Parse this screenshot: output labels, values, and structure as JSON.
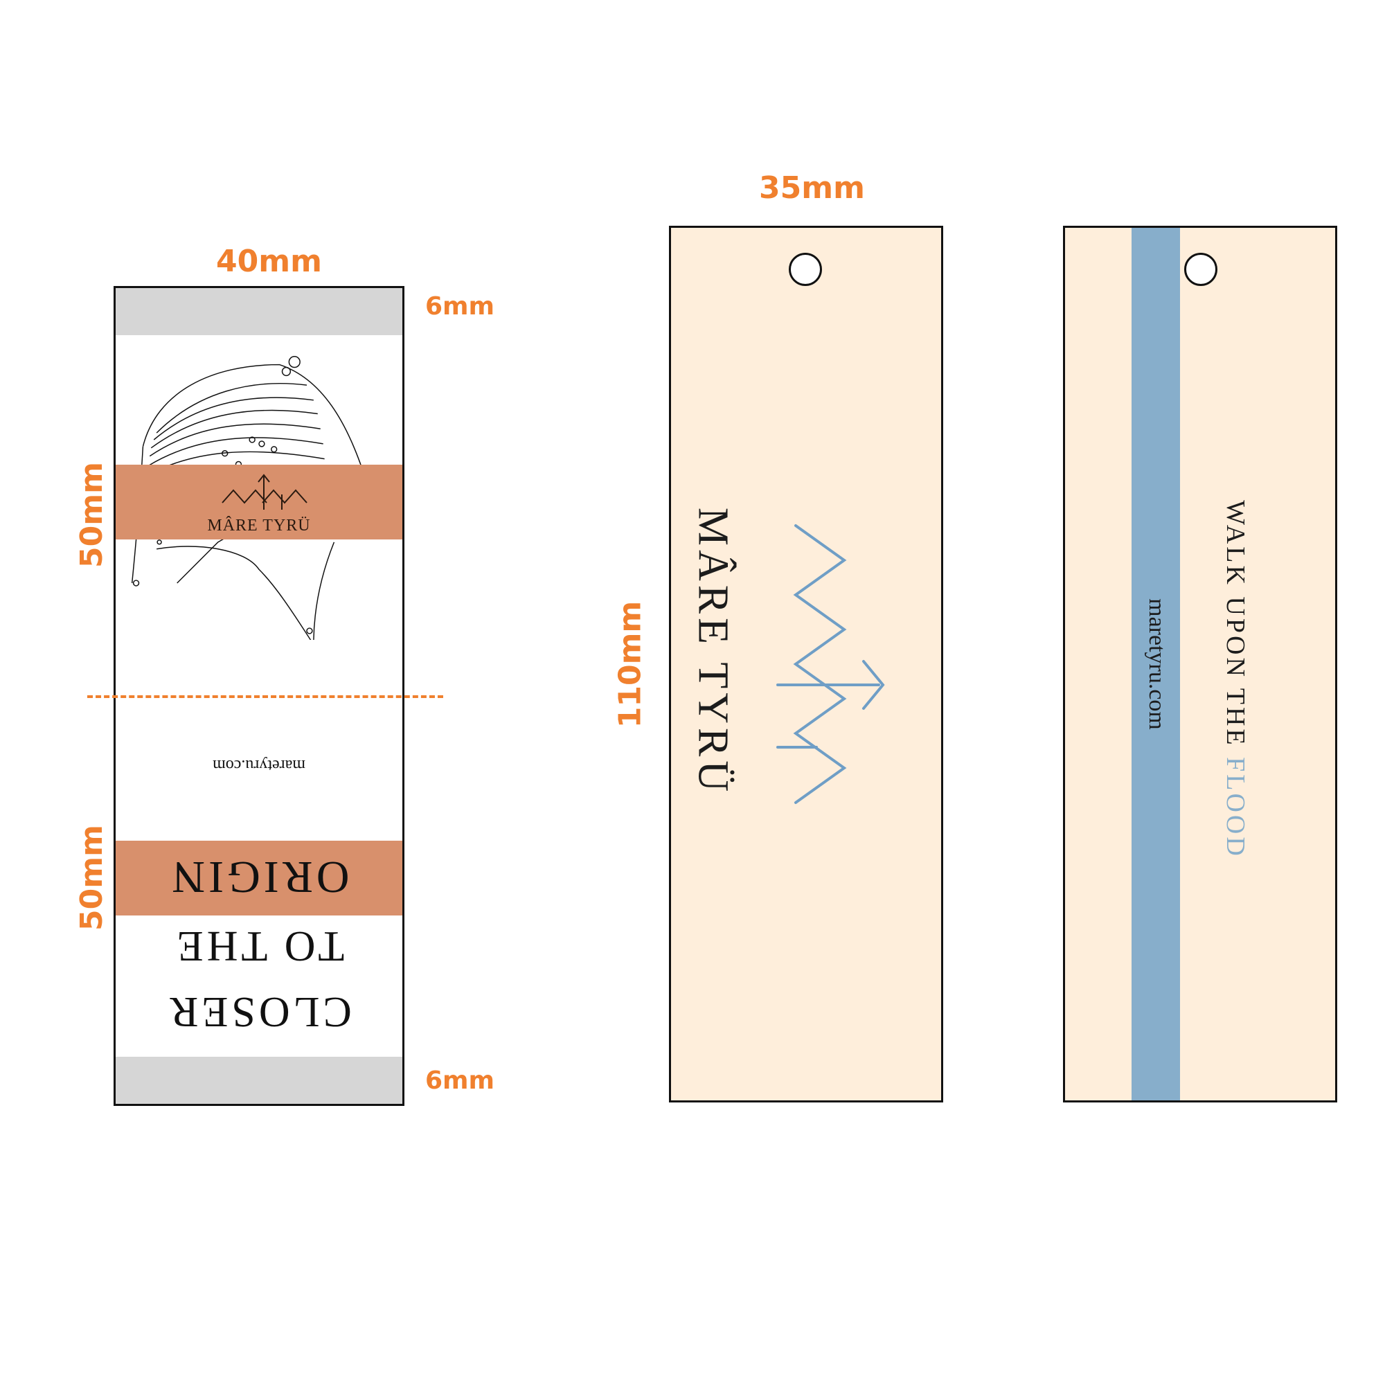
{
  "colors": {
    "dimension_orange": "#f0802e",
    "band_orange": "#d8906c",
    "fold_gray": "#d6d6d6",
    "tag_cream": "#feeedb",
    "accent_blue": "#87aecb"
  },
  "woven_label": {
    "width_label": "40mm",
    "top_fold_label": "6mm",
    "front_section_label": "50mm",
    "back_section_label": "50mm",
    "bottom_fold_label": "6mm",
    "front": {
      "brand": "MÂRE TYRÜ",
      "logo_icon": "arrow-wave-logo-icon",
      "illustration": "ink-drawing-icon"
    },
    "back": {
      "url": "maretyru.com",
      "line1": "CLOSER",
      "line2": "TO THE",
      "line3": "ORIGIN"
    }
  },
  "hang_tag": {
    "width_label": "35mm",
    "height_label": "110mm",
    "front": {
      "brand": "MÂRE TYRÜ",
      "logo_icon": "arrow-wave-logo-icon"
    },
    "back": {
      "url": "maretyru.com",
      "slogan_main": "WALK UPON THE ",
      "slogan_accent": "FLOOD"
    }
  }
}
